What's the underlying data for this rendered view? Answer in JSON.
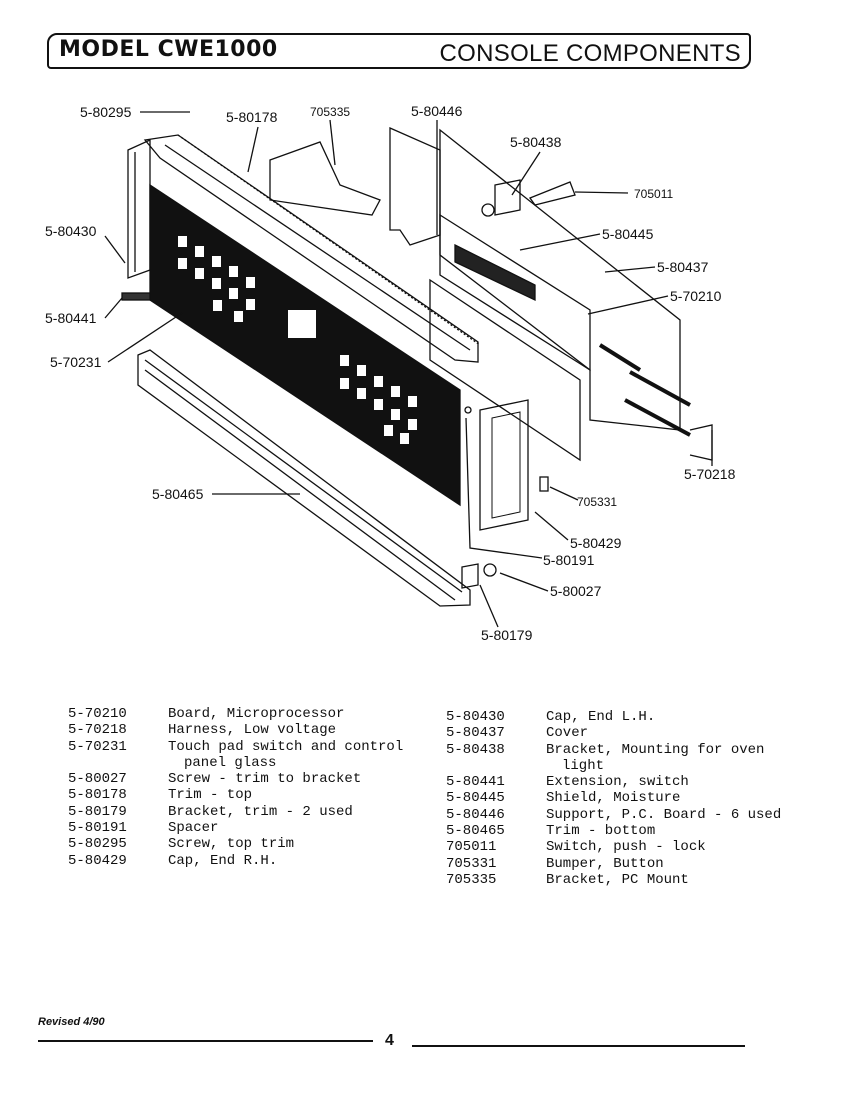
{
  "header": {
    "model": "MODEL CWE1000",
    "section": "CONSOLE COMPONENTS"
  },
  "callouts": [
    "5-80295",
    "5-80178",
    "705335",
    "5-80446",
    "5-80438",
    "705011",
    "5-80430",
    "5-80445",
    "5-80437",
    "5-80441",
    "5-70210",
    "5-70231",
    "5-70218",
    "705331",
    "5-80465",
    "5-80429",
    "5-80191",
    "5-80027",
    "5-80179"
  ],
  "parts_left": [
    {
      "pn": "5-70210",
      "desc": "Board, Microprocessor"
    },
    {
      "pn": "5-70218",
      "desc": "Harness, Low voltage"
    },
    {
      "pn": "5-70231",
      "desc": "Touch pad switch and control",
      "cont": "panel glass"
    },
    {
      "pn": "5-80027",
      "desc": "Screw - trim to bracket"
    },
    {
      "pn": "5-80178",
      "desc": "Trim - top"
    },
    {
      "pn": "5-80179",
      "desc": "Bracket, trim - 2 used"
    },
    {
      "pn": "5-80191",
      "desc": "Spacer"
    },
    {
      "pn": "5-80295",
      "desc": "Screw, top trim"
    },
    {
      "pn": "5-80429",
      "desc": "Cap, End R.H."
    }
  ],
  "parts_right": [
    {
      "pn": "5-80430",
      "desc": "Cap, End L.H."
    },
    {
      "pn": "5-80437",
      "desc": "Cover"
    },
    {
      "pn": "5-80438",
      "desc": "Bracket, Mounting for oven",
      "cont": "light"
    },
    {
      "pn": "5-80441",
      "desc": "Extension, switch"
    },
    {
      "pn": "5-80445",
      "desc": "Shield, Moisture"
    },
    {
      "pn": "5-80446",
      "desc": "Support, P.C. Board - 6 used"
    },
    {
      "pn": "5-80465",
      "desc": "Trim - bottom"
    },
    {
      "pn": "705011",
      "desc": "Switch, push - lock"
    },
    {
      "pn": "705331",
      "desc": "Bumper, Button"
    },
    {
      "pn": "705335",
      "desc": "Bracket, PC Mount"
    }
  ],
  "footer": {
    "revised": "Revised 4/90",
    "page": "4"
  }
}
